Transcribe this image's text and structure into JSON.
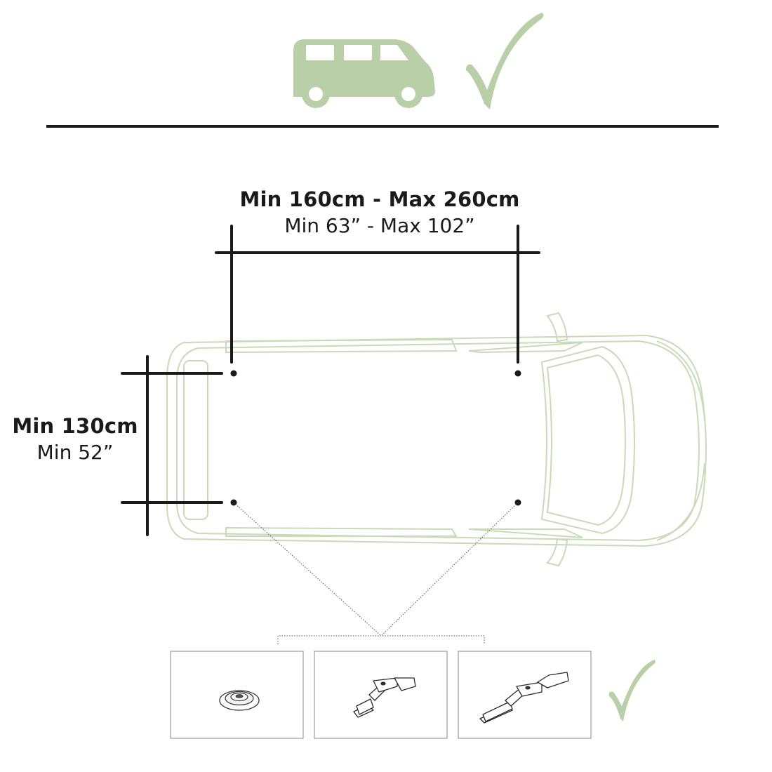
{
  "length_spec": {
    "metric": "Min 160cm - Max 260cm",
    "imperial": "Min 63” - Max 102”"
  },
  "width_spec": {
    "metric": "Min 130cm",
    "imperial": "Min 52”"
  },
  "icons": {
    "top_vehicle": "van-icon",
    "top_check": "checkmark-icon",
    "bottom_check": "checkmark-icon",
    "mounts": [
      "round-fixing-point-icon",
      "short-bracket-icon",
      "long-bracket-icon"
    ]
  },
  "colors": {
    "accent_green": "#b9cfa8",
    "vehicle_outline": "#c9dab9",
    "dimension_lines": "#1a1a1a"
  }
}
